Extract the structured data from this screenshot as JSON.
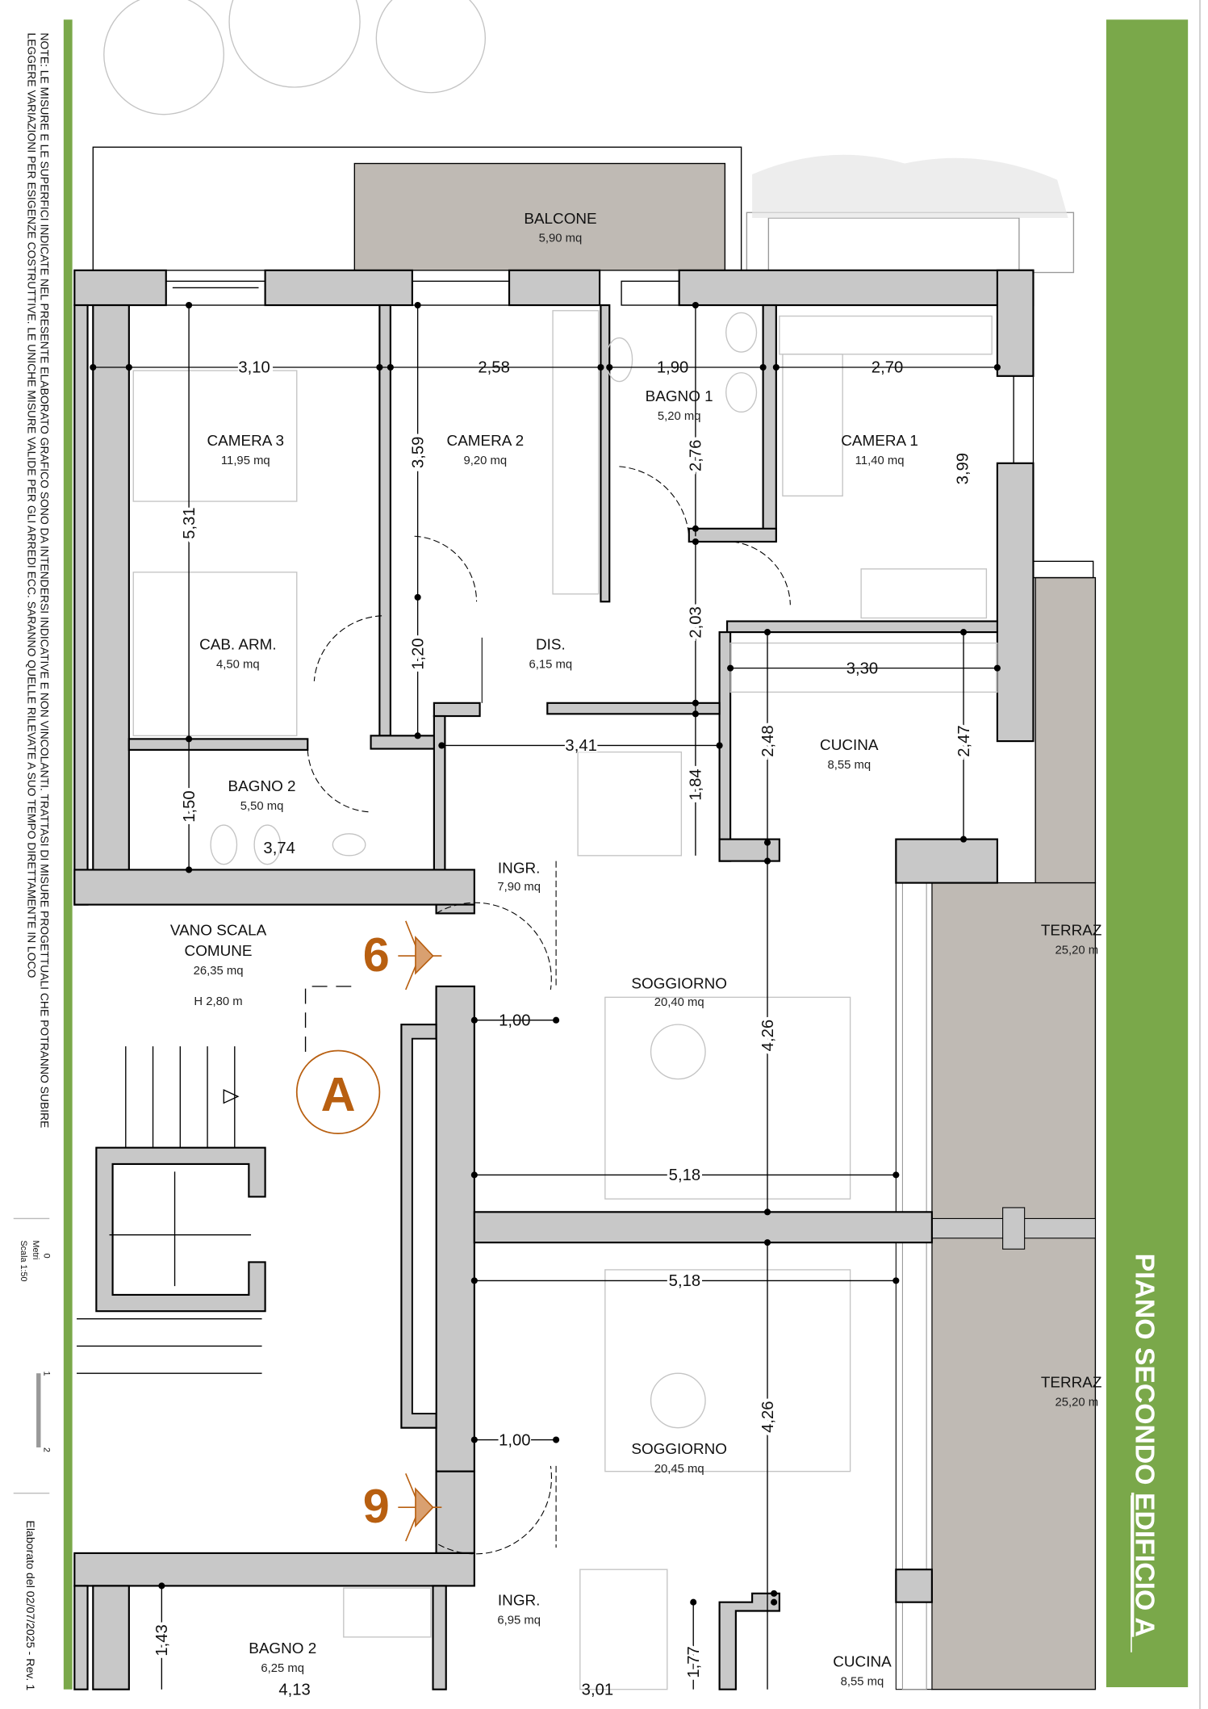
{
  "colors": {
    "green": "#7aa84a",
    "wall": "#c8c8c8",
    "outdoor": "#bfbab4",
    "marker": "#b85f10"
  },
  "notes": {
    "line1": "NOTE: LE MISURE E LE SUPERFICI INDICATE NEL PRESENTE ELABORATO GRAFICO SONO DA INTENDERSI INDICATIVE E NON VINCOLANTI. TRATTASI DI MISURE PROGETTUALI CHE POTRANNO SUBIRE",
    "line2": "LEGGERE VARIAZIONI PER ESIGENZE COSTRUTTIVE. LE UNICHE MISURE VALIDE PER GLI ARREDI ECC. SARANNO QUELLE RILEVATE A SUO TEMPO DIRETTAMENTE IN LOCO"
  },
  "scale": {
    "unit_label": "Metri",
    "scale_label": "Scala 1:50",
    "ticks": [
      "0",
      "1",
      "2"
    ]
  },
  "revision": "Elaborato del 02/07/2025 - Rev. 1",
  "title": {
    "prefix": "PIANO SECONDO ",
    "building": "EDIFICIO A"
  },
  "building_marker": "A",
  "apartment_markers": [
    "6",
    "9"
  ],
  "rooms": {
    "balcone": {
      "name": "BALCONE",
      "area": "5,90 mq"
    },
    "camera3": {
      "name": "CAMERA 3",
      "area": "11,95 mq"
    },
    "camera2": {
      "name": "CAMERA 2",
      "area": "9,20 mq"
    },
    "bagno1": {
      "name": "BAGNO 1",
      "area": "5,20 mq"
    },
    "camera1": {
      "name": "CAMERA 1",
      "area": "11,40 mq"
    },
    "cab_arm": {
      "name": "CAB. ARM.",
      "area": "4,50 mq"
    },
    "dis": {
      "name": "DIS.",
      "area": "6,15 mq"
    },
    "cucina_a": {
      "name": "CUCINA",
      "area": "8,55 mq"
    },
    "bagno2_a": {
      "name": "BAGNO 2",
      "area": "5,50 mq"
    },
    "ingr_a": {
      "name": "INGR.",
      "area": "7,90 mq"
    },
    "vano_scala": {
      "name1": "VANO SCALA",
      "name2": "COMUNE",
      "area": "26,35 mq",
      "height": "H 2,80 m"
    },
    "terrazzo_a": {
      "name": "TERRAZ",
      "area": "25,20 m"
    },
    "soggiorno_a": {
      "name": "SOGGIORNO",
      "area": "20,40 mq"
    },
    "terrazzo_b": {
      "name": "TERRAZ",
      "area": "25,20 m"
    },
    "soggiorno_b": {
      "name": "SOGGIORNO",
      "area": "20,45 mq"
    },
    "ingr_b": {
      "name": "INGR.",
      "area": "6,95 mq"
    },
    "bagno2_b": {
      "name": "BAGNO 2",
      "area": "6,25 mq"
    },
    "cucina_b": {
      "name": "CUCINA",
      "area": "8,55 mq"
    }
  },
  "dimensions": {
    "cam3_w": "3,10",
    "cam2_w": "2,58",
    "bagno1_w": "1,90",
    "cam1_w": "2,70",
    "cam1_h": "3,99",
    "cam3_h": "5,31",
    "cam2_h": "3,59",
    "bagno1_h": "2,76",
    "dis_h": "1,20",
    "dis2_h": "2,03",
    "cucina_w": "3,30",
    "dis_w": "3,41",
    "cucina_h1": "2,48",
    "cucina_h2": "2,47",
    "ingr_h": "1,84",
    "bagno2_h": "1,50",
    "bagno2_w": "3,74",
    "ingr_w_a": "1,00",
    "sogg_h_a": "4,26",
    "sogg_w_a": "5,18",
    "sogg_w_b": "5,18",
    "sogg_h_b": "4,26",
    "ingr_w_b": "1,00",
    "bagno2b_h": "1,43",
    "bagno2b_w": "4,13",
    "ingr_b_w": "3,01",
    "ingr_b_h": "1,77"
  }
}
